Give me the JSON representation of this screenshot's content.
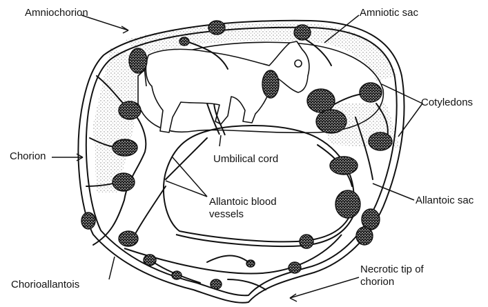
{
  "labels": {
    "amniochorion": "Amniochorion",
    "amniotic_sac": "Amniotic sac",
    "cotyledons": "Cotyledons",
    "chorion": "Chorion",
    "umbilical_cord": "Umbilical cord",
    "allantoic_blood_vessels_line1": "Allantoic blood",
    "allantoic_blood_vessels_line2": "vessels",
    "allantoic_sac": "Allantoic sac",
    "chorioallantois": "Chorioallantois",
    "necrotic_tip_line1": "Necrotic tip of",
    "necrotic_tip_line2": "chorion"
  },
  "colors": {
    "ink": "#111111",
    "stipple": "#bdbdbd",
    "cotyledon_fill": "#2a2a2a"
  }
}
